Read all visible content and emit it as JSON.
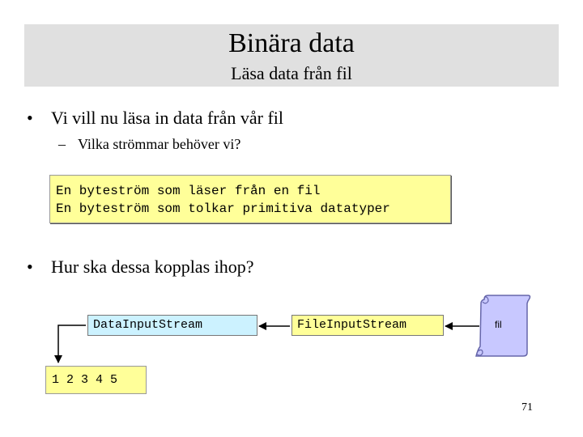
{
  "slide": {
    "title": "Binära data",
    "subtitle": "Läsa data från fil",
    "bullet1": "Vi vill nu läsa in data från vår fil",
    "sub1": "Vilka strömmar behöver vi?",
    "code_lines": [
      "En byteström som läser från en fil",
      "En byteström som tolkar primitiva datatyper"
    ],
    "bullet2": "Hur ska dessa kopplas ihop?",
    "diagram": {
      "data_input_stream": "DataInputStream",
      "file_input_stream": "FileInputStream",
      "file_label": "fil",
      "output": "1 2 3 4 5"
    },
    "page_number": "71"
  },
  "symbols": {
    "bullet": "•",
    "dash": "–"
  },
  "colors": {
    "header_bg": "#e0e0e0",
    "code_bg": "#ffff99",
    "data_stream_bg": "#ccf2ff",
    "scroll_fill": "#c8c8ff"
  }
}
